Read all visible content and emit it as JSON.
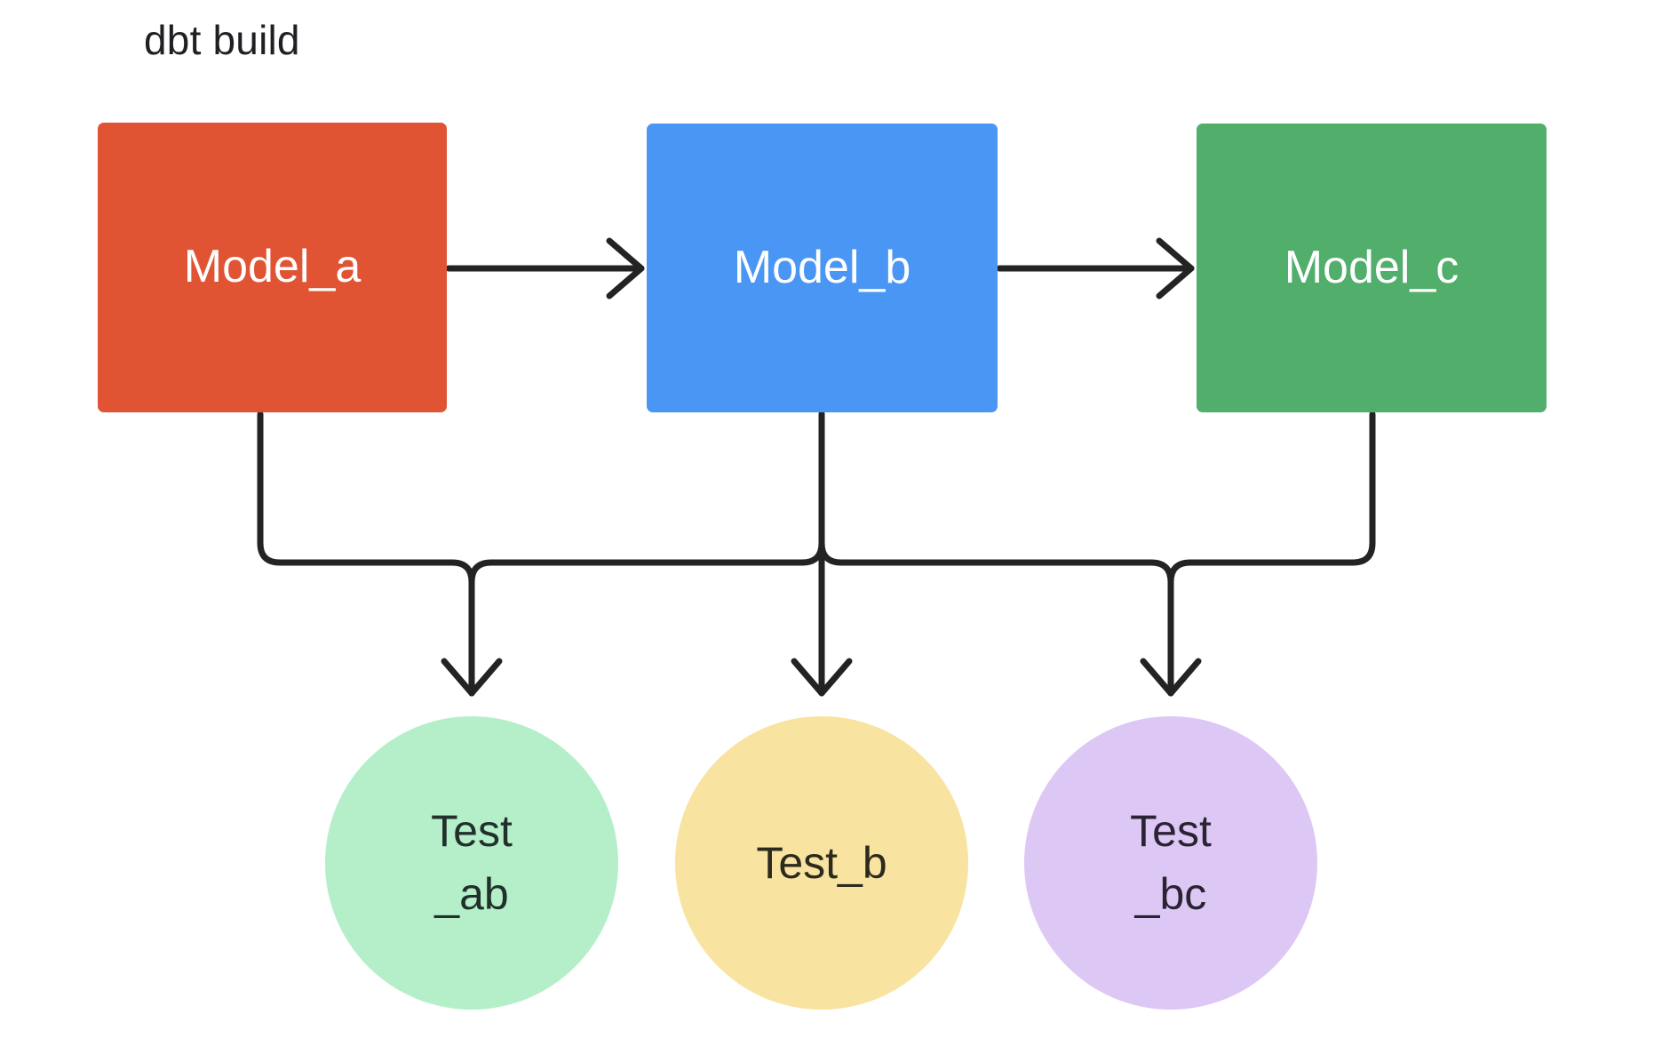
{
  "diagram": {
    "title": "dbt build",
    "title_color": "#1f2023",
    "background": "#ffffff",
    "edge_color": "#232323",
    "edge_width": 7
  },
  "models": [
    {
      "id": "model-a",
      "label": "Model_a",
      "fill": "#E05434",
      "text_color": "#ffffff"
    },
    {
      "id": "model-b",
      "label": "Model_b",
      "fill": "#4A96F5",
      "text_color": "#ffffff"
    },
    {
      "id": "model-c",
      "label": "Model_c",
      "fill": "#51AE6B",
      "text_color": "#ffffff"
    }
  ],
  "tests": [
    {
      "id": "test-ab",
      "label": "Test\n_ab",
      "fill": "#B4EFC9",
      "text_color": "#21302A"
    },
    {
      "id": "test-b",
      "label": "Test_b",
      "fill": "#F8E3A1",
      "text_color": "#2C2A1E"
    },
    {
      "id": "test-bc",
      "label": "Test\n_bc",
      "fill": "#DDC8F5",
      "text_color": "#2A2333"
    }
  ],
  "edges": [
    {
      "id": "edge-model-a-to-model-b",
      "from": "model-a",
      "to": "model-b",
      "style": "straight-arrow"
    },
    {
      "id": "edge-model-b-to-model-c",
      "from": "model-b",
      "to": "model-c",
      "style": "straight-arrow"
    },
    {
      "id": "edge-model-a-to-test-ab",
      "from": "model-a",
      "to": "test-ab",
      "style": "elbow-arrow"
    },
    {
      "id": "edge-model-b-to-test-ab",
      "from": "model-b",
      "to": "test-ab",
      "style": "elbow-arrow"
    },
    {
      "id": "edge-model-b-to-test-b",
      "from": "model-b",
      "to": "test-b",
      "style": "straight-arrow"
    },
    {
      "id": "edge-model-b-to-test-bc",
      "from": "model-b",
      "to": "test-bc",
      "style": "elbow-arrow"
    },
    {
      "id": "edge-model-c-to-test-bc",
      "from": "model-c",
      "to": "test-bc",
      "style": "elbow-arrow"
    }
  ]
}
